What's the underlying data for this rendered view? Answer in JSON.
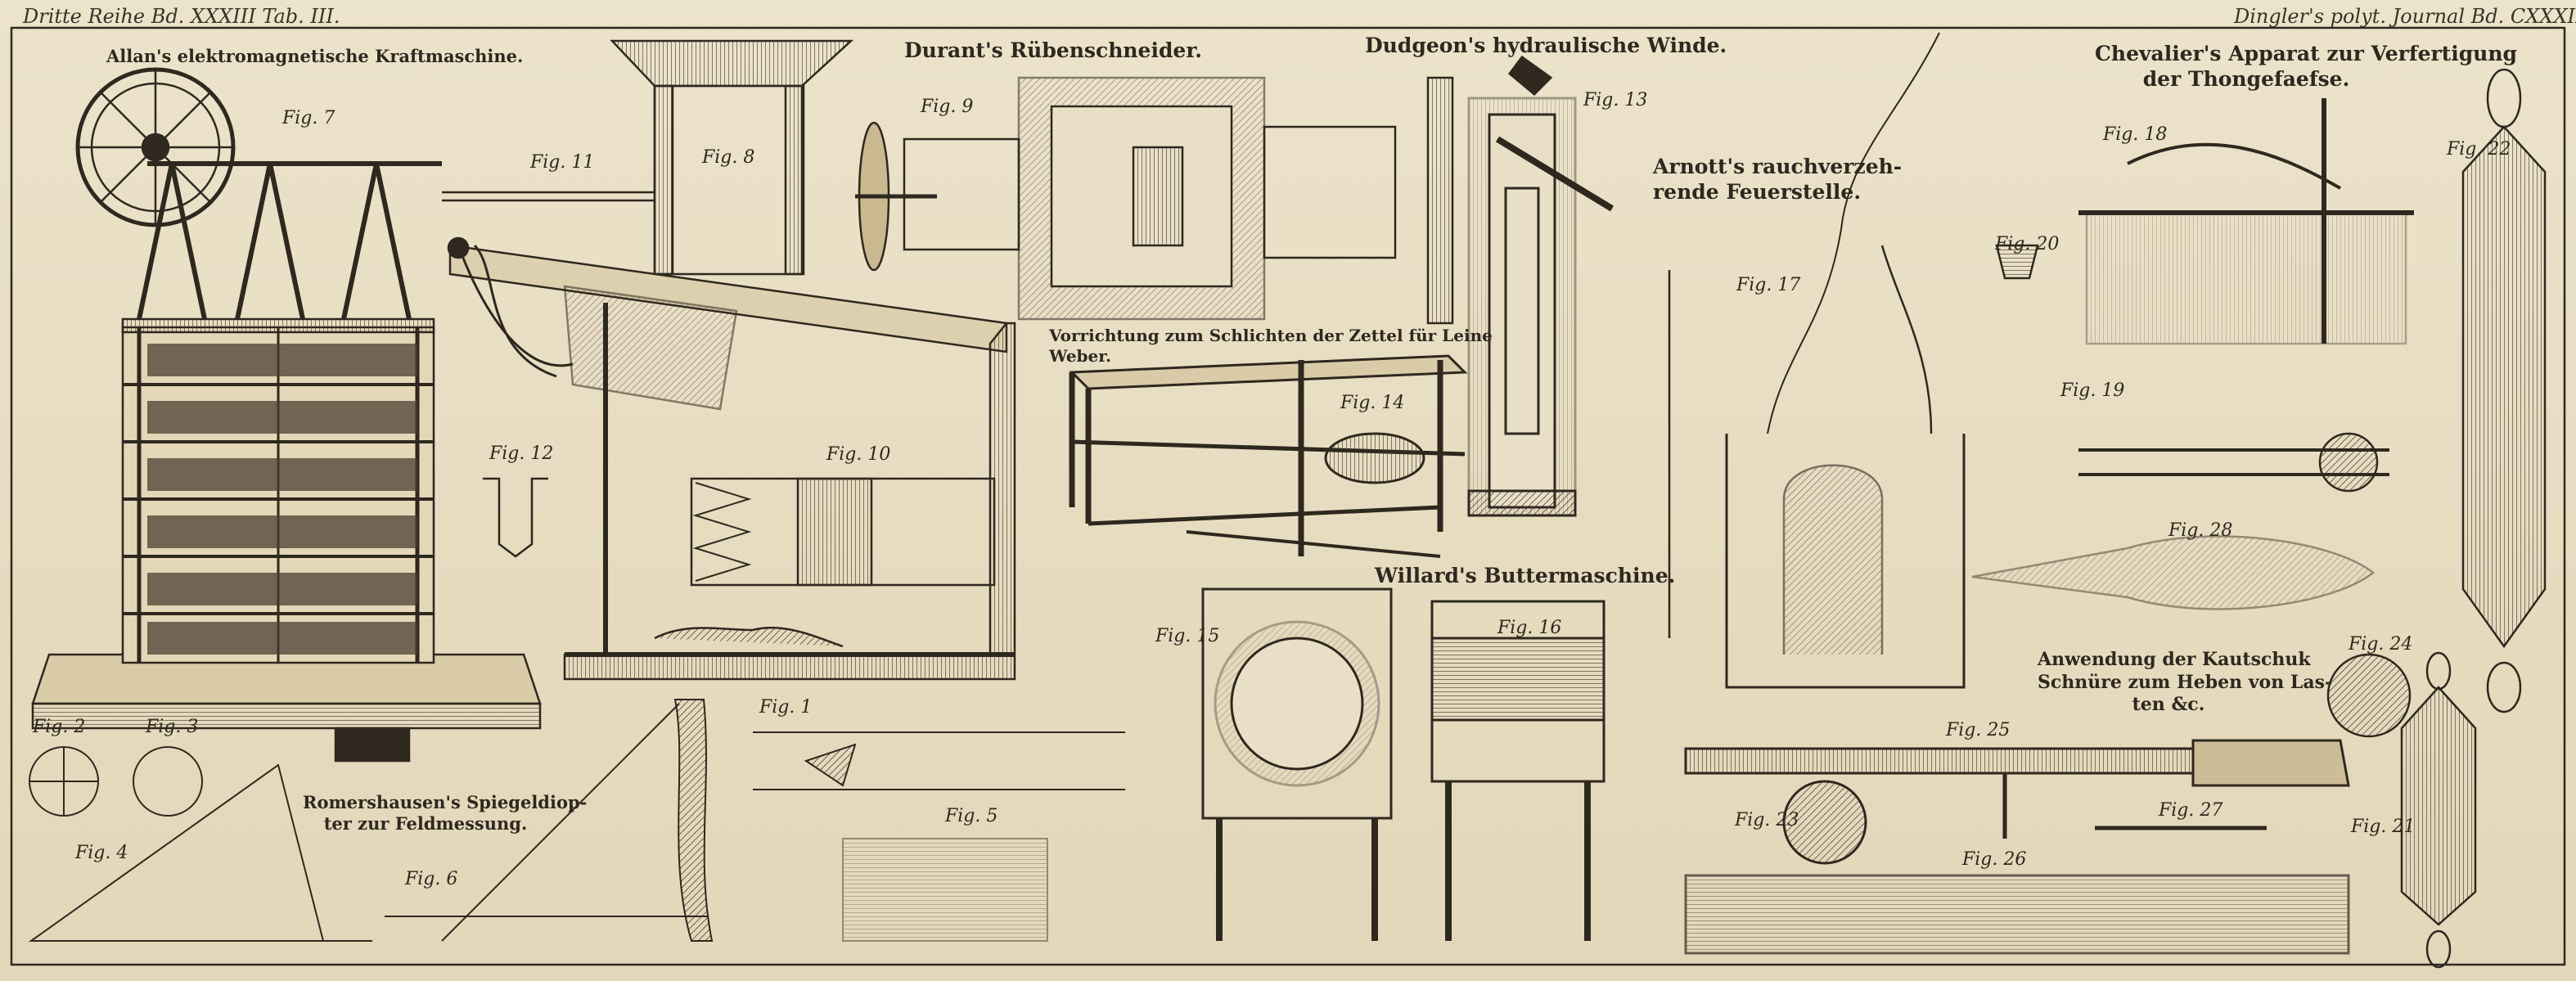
{
  "header": {
    "left": "Dritte Reihe  Bd. XXXIII  Tab. III.",
    "right": "Dingler's polyt. Journal  Bd. CXXXIII  Tab. III."
  },
  "titles": {
    "allan": "Allan's elektromagnetische Kraftmaschine.",
    "durant": "Durant's Rübenschneider.",
    "dudgeon": "Dudgeon's hydraulische Winde.",
    "chevalier_1": "Chevalier's Apparat zur Verfertigung",
    "chevalier_2": "der Thongefaefse.",
    "arnott_1": "Arnott's rauchverzeh-",
    "arnott_2": "rende Feuerstelle.",
    "vorrichtung_1": "Vorrichtung zum Schlichten der Zettel für Leine",
    "vorrichtung_2": "Weber.",
    "willard": "Willard's Buttermaschine.",
    "romershausen_1": "Romershausen's Spiegeldiop-",
    "romershausen_2": "ter zur Feldmessung.",
    "kautschuk_1": "Anwendung der Kautschuk",
    "kautschuk_2": "Schnüre zum Heben von Las-",
    "kautschuk_3": "ten &c."
  },
  "figs": {
    "f1": "Fig. 1",
    "f2": "Fig. 2",
    "f3": "Fig. 3",
    "f4": "Fig. 4",
    "f5": "Fig. 5",
    "f6": "Fig. 6",
    "f7": "Fig. 7",
    "f8": "Fig. 8",
    "f9": "Fig. 9",
    "f10": "Fig. 10",
    "f11": "Fig. 11",
    "f12": "Fig. 12",
    "f13": "Fig. 13",
    "f14": "Fig. 14",
    "f15": "Fig. 15",
    "f16": "Fig. 16",
    "f17": "Fig. 17",
    "f18": "Fig. 18",
    "f19": "Fig. 19",
    "f20": "Fig. 20",
    "f21": "Fig. 21",
    "f22": "Fig. 22",
    "f23": "Fig. 23",
    "f24": "Fig. 24",
    "f25": "Fig. 25",
    "f26": "Fig. 26",
    "f27": "Fig. 27",
    "f28": "Fig. 28"
  },
  "colors": {
    "paper": "#e9dfc6",
    "ink": "#2f281f"
  }
}
